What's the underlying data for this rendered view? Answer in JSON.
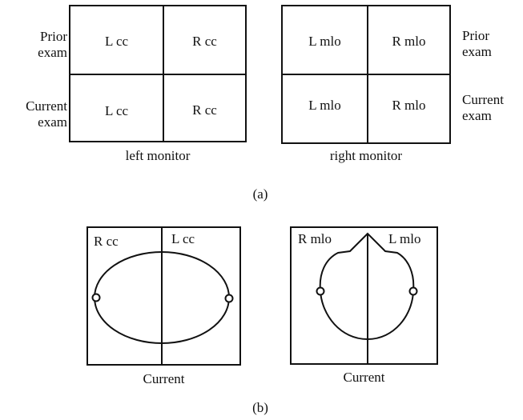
{
  "part_a": {
    "left_monitor": {
      "caption": "left monitor",
      "row_labels": [
        "Prior\nexam",
        "Current\nexam"
      ],
      "cells": [
        [
          "L cc",
          "R cc"
        ],
        [
          "L cc",
          "R cc"
        ]
      ]
    },
    "right_monitor": {
      "caption": "right monitor",
      "row_labels": [
        "Prior\nexam",
        "Current\nexam"
      ],
      "cells": [
        [
          "L mlo",
          "R mlo"
        ],
        [
          "L mlo",
          "R mlo"
        ]
      ]
    },
    "label": "(a)"
  },
  "part_b": {
    "cc_view": {
      "left_label": "R cc",
      "right_label": "L cc",
      "caption": "Current"
    },
    "mlo_view": {
      "left_label": "R mlo",
      "right_label": "L mlo",
      "caption": "Current"
    },
    "label": "(b)"
  }
}
